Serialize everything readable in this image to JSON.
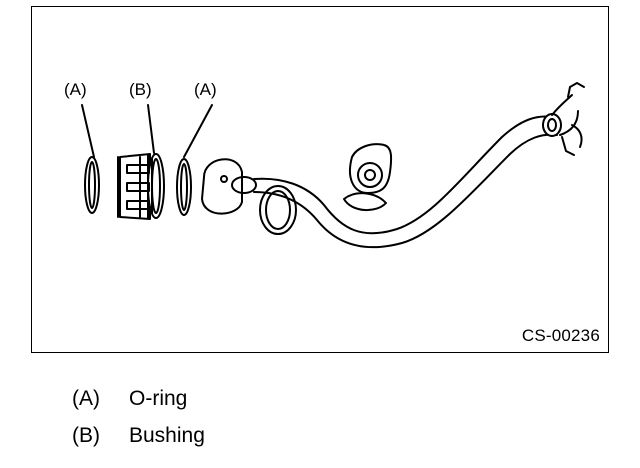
{
  "figure": {
    "code": "CS-00236",
    "callouts": [
      "(A)",
      "(B)",
      "(A)"
    ]
  },
  "legend": [
    {
      "key": "(A)",
      "label": "O-ring"
    },
    {
      "key": "(B)",
      "label": "Bushing"
    }
  ]
}
